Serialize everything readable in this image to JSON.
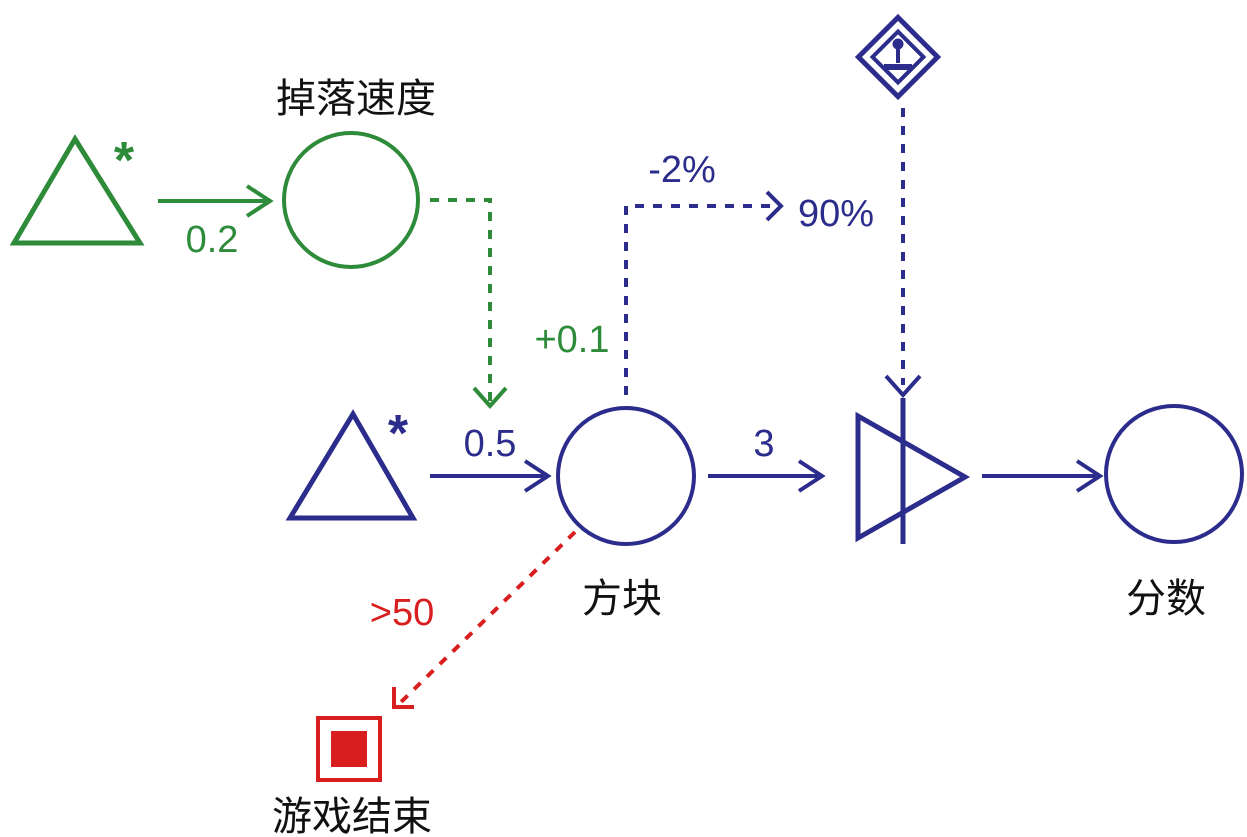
{
  "colors": {
    "green": "#2e8b3a",
    "blue": "#2c2c8c",
    "red": "#d81e1e"
  },
  "nodes": {
    "source_top": {
      "marker": "*",
      "icon": "source-triangle"
    },
    "pool_drop_speed": {
      "label": "掉落速度",
      "icon": "pool-circle"
    },
    "source_mid": {
      "marker": "*",
      "icon": "source-triangle"
    },
    "pool_blocks": {
      "label": "方块",
      "icon": "pool-circle"
    },
    "converter": {
      "icon": "converter"
    },
    "pool_score": {
      "label": "分数",
      "icon": "pool-circle"
    },
    "end_condition": {
      "label": "游戏结束",
      "icon": "end-condition"
    },
    "player_action": {
      "icon": "interactive-gate-diamond"
    }
  },
  "edges": {
    "top_flow": {
      "label": "0.2"
    },
    "speed_to_mid_flow": {
      "label": ""
    },
    "mid_flow": {
      "label": "0.5"
    },
    "blocks_to_converter": {
      "label": "3"
    },
    "blocks_modifier": {
      "label": "+0.1"
    },
    "blocks_to_percent": {
      "label": "-2%"
    },
    "percent_gate": {
      "label": "90%"
    },
    "converter_to_score": {
      "label": ""
    },
    "end_trigger": {
      "label": ">50"
    }
  }
}
